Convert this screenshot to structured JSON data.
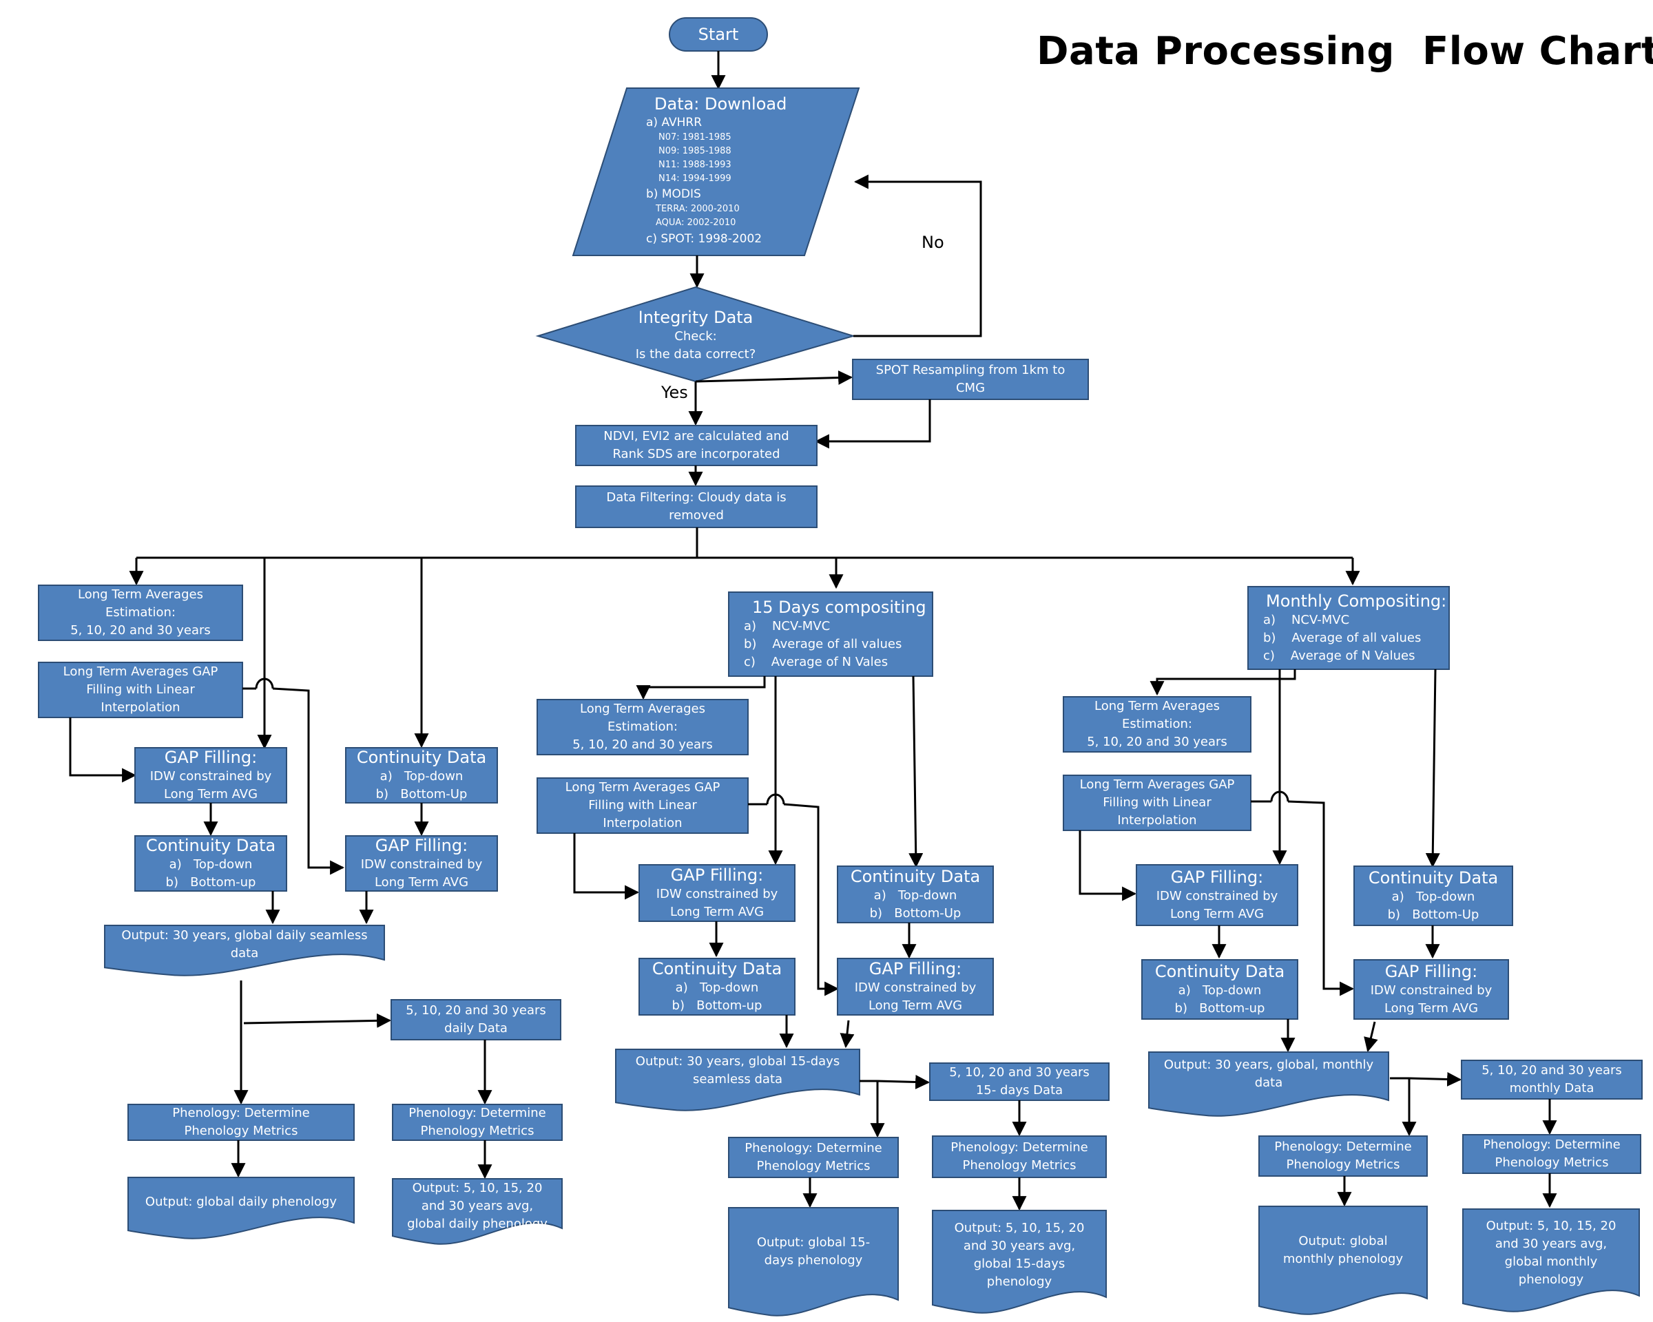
{
  "title": "Data Processing  Flow Chart",
  "colors": {
    "fill": "#4f81bd",
    "stroke": "#2c4d75",
    "arrow": "#000000",
    "text": "#ffffff"
  },
  "start": "Start",
  "download": {
    "title": "Data: Download",
    "avhrr": "a) AVHRR",
    "avhrr_items": [
      "N07: 1981-1985",
      "N09: 1985-1988",
      "N11: 1988-1993",
      "N14: 1994-1999"
    ],
    "modis": "b) MODIS",
    "modis_items": [
      "TERRA: 2000-2010",
      "AQUA: 2002-2010"
    ],
    "spot": "c) SPOT: 1998-2002"
  },
  "integrity": {
    "title": "Integrity Data",
    "line1": "Check:",
    "line2": "Is the data correct?"
  },
  "no_label": "No",
  "yes_label": "Yes",
  "spot_resampling": [
    "SPOT Resampling from 1km to",
    "CMG"
  ],
  "ndvi": [
    "NDVI, EVI2 are calculated  and",
    "Rank SDS are incorporated"
  ],
  "filtering": [
    "Data Filtering: Cloudy data is",
    "removed"
  ],
  "lta_est": [
    "Long Term Averages",
    "Estimation:",
    "5, 10, 20 and 30 years"
  ],
  "lta_gap": [
    "Long Term Averages GAP",
    "Filling with Linear",
    "Interpolation"
  ],
  "gap_filling": {
    "title": "GAP Filling:",
    "line1": "IDW constrained by",
    "line2": "Long Term AVG"
  },
  "continuity_upper": {
    "title": "Continuity Data",
    "items": [
      "a)   Top-down",
      "b)   Bottom-Up"
    ]
  },
  "continuity_lower": {
    "title": "Continuity Data",
    "items": [
      "a)   Top-down",
      "b)   Bottom-up"
    ]
  },
  "daily": {
    "output": [
      "Output: 30 years, global daily seamless",
      "data"
    ],
    "years_data": [
      "5, 10, 20 and 30 years",
      "daily Data"
    ],
    "output_pheno": "Output: global daily phenology",
    "output_avg": [
      "Output: 5, 10, 15, 20",
      "and 30 years avg,",
      "global daily phenology"
    ]
  },
  "fifteen": {
    "title": "15 Days compositing",
    "items": [
      "a)    NCV-MVC",
      "b)    Average of all values",
      "c)    Average of N Vales"
    ],
    "output": [
      "Output: 30 years, global 15-days",
      "seamless data"
    ],
    "years_data": [
      "5, 10, 20 and 30 years",
      "15- days Data"
    ],
    "output_pheno": [
      "Output: global 15-",
      "days phenology"
    ],
    "output_avg": [
      "Output: 5, 10, 15, 20",
      "and 30 years avg,",
      "global 15-days",
      "phenology"
    ]
  },
  "monthly": {
    "title": "Monthly Compositing:",
    "items": [
      "a)    NCV-MVC",
      "b)    Average of all values",
      "c)    Average of N Values"
    ],
    "output": [
      "Output: 30 years, global, monthly",
      "data"
    ],
    "years_data": [
      "5, 10, 20 and 30 years",
      "monthly Data"
    ],
    "output_pheno": [
      "Output: global",
      "monthly phenology"
    ],
    "output_avg": [
      "Output: 5, 10, 15, 20",
      "and 30 years avg,",
      "global monthly",
      "phenology"
    ]
  },
  "phenology": [
    "Phenology: Determine",
    "Phenology Metrics"
  ]
}
